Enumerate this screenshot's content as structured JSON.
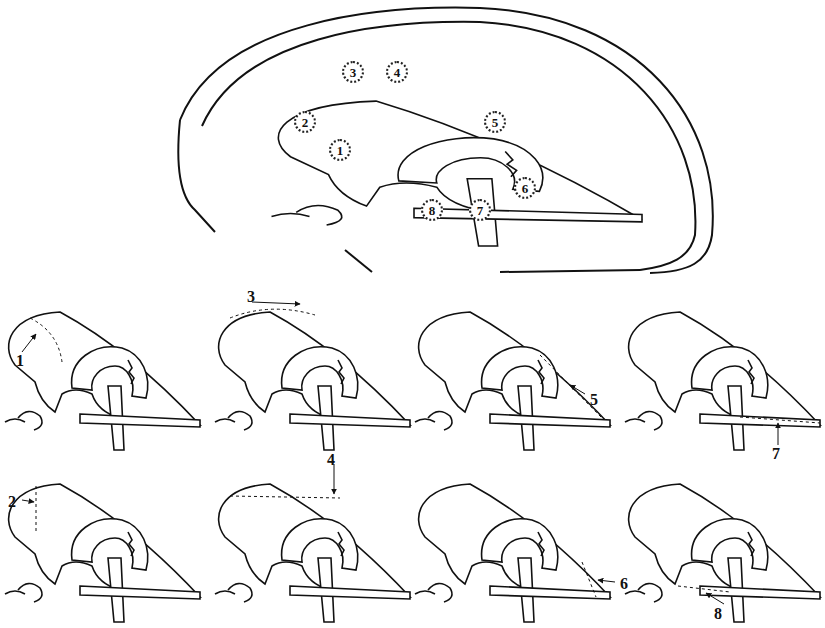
{
  "diagram": {
    "nodes": [
      {
        "text": [
          "1"
        ]
      },
      {
        "text": [
          "2"
        ]
      },
      {
        "text": [
          "3"
        ]
      },
      {
        "text": [
          "4"
        ]
      },
      {
        "text": [
          "5"
        ]
      },
      {
        "text": [
          "6"
        ]
      },
      {
        "text": [
          "7"
        ]
      },
      {
        "text": [
          "8"
        ]
      }
    ],
    "labels": [
      "1",
      "3",
      "5",
      "7",
      "2",
      "4",
      "6",
      "8"
    ]
  }
}
